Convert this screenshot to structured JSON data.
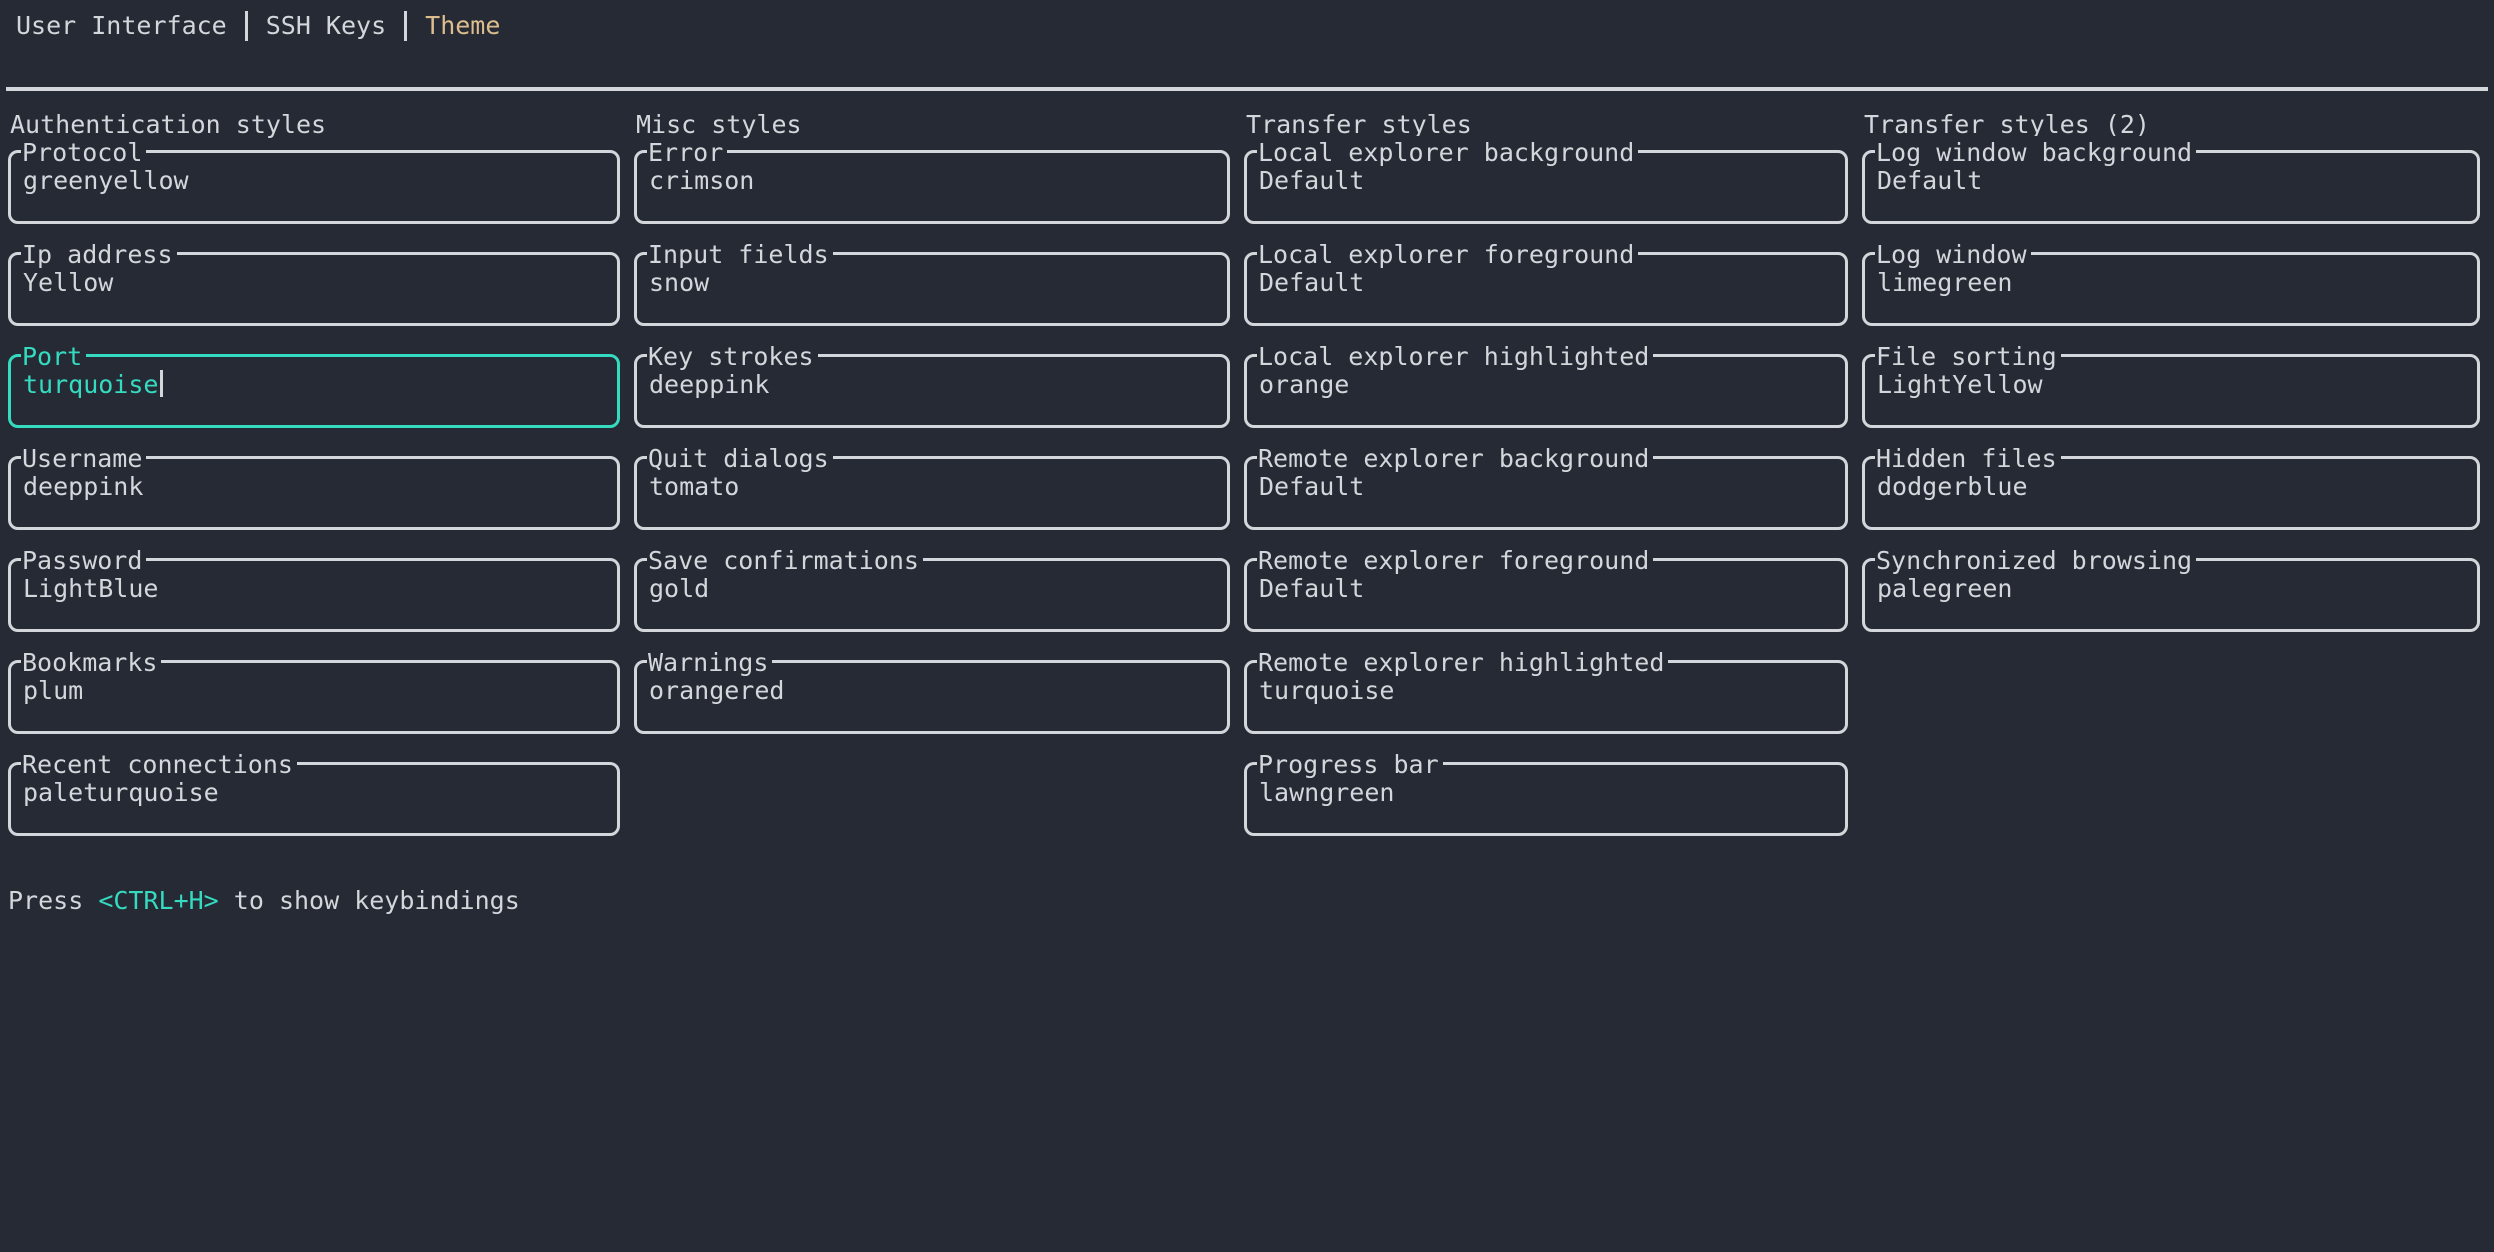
{
  "nav": {
    "items": [
      {
        "label": "User Interface",
        "active": false
      },
      {
        "label": "SSH Keys",
        "active": false
      },
      {
        "label": "Theme",
        "active": true
      }
    ]
  },
  "columns": [
    {
      "title": "Authentication styles",
      "fields": [
        {
          "label": "Protocol",
          "value": "greenyellow"
        },
        {
          "label": "Ip address",
          "value": "Yellow"
        },
        {
          "label": "Port",
          "value": "turquoise",
          "focused": true
        },
        {
          "label": "Username",
          "value": "deeppink"
        },
        {
          "label": "Password",
          "value": "LightBlue"
        },
        {
          "label": "Bookmarks",
          "value": "plum"
        },
        {
          "label": "Recent connections",
          "value": "paleturquoise"
        }
      ]
    },
    {
      "title": "Misc styles",
      "fields": [
        {
          "label": "Error",
          "value": "crimson"
        },
        {
          "label": "Input fields",
          "value": "snow"
        },
        {
          "label": "Key strokes",
          "value": "deeppink"
        },
        {
          "label": "Quit dialogs",
          "value": "tomato"
        },
        {
          "label": "Save confirmations",
          "value": "gold"
        },
        {
          "label": "Warnings",
          "value": "orangered"
        }
      ]
    },
    {
      "title": "Transfer styles",
      "fields": [
        {
          "label": "Local explorer background",
          "value": "Default"
        },
        {
          "label": "Local explorer foreground",
          "value": "Default"
        },
        {
          "label": "Local explorer highlighted",
          "value": "orange"
        },
        {
          "label": "Remote explorer background",
          "value": "Default"
        },
        {
          "label": "Remote explorer foreground",
          "value": "Default"
        },
        {
          "label": "Remote explorer highlighted",
          "value": "turquoise"
        },
        {
          "label": "Progress bar",
          "value": "lawngreen"
        }
      ]
    },
    {
      "title": "Transfer styles (2)",
      "fields": [
        {
          "label": "Log window background",
          "value": "Default"
        },
        {
          "label": "Log window",
          "value": "limegreen"
        },
        {
          "label": "File sorting",
          "value": "LightYellow"
        },
        {
          "label": "Hidden files",
          "value": "dodgerblue"
        },
        {
          "label": "Synchronized browsing",
          "value": "palegreen"
        }
      ]
    }
  ],
  "footer": {
    "prefix": "Press ",
    "key": "<CTRL+H>",
    "suffix": " to show keybindings"
  },
  "colors": {
    "background": "#262a34",
    "foreground": "#d3d6da",
    "focus": "#35dbc1",
    "active_tab": "#dcbe8e"
  }
}
